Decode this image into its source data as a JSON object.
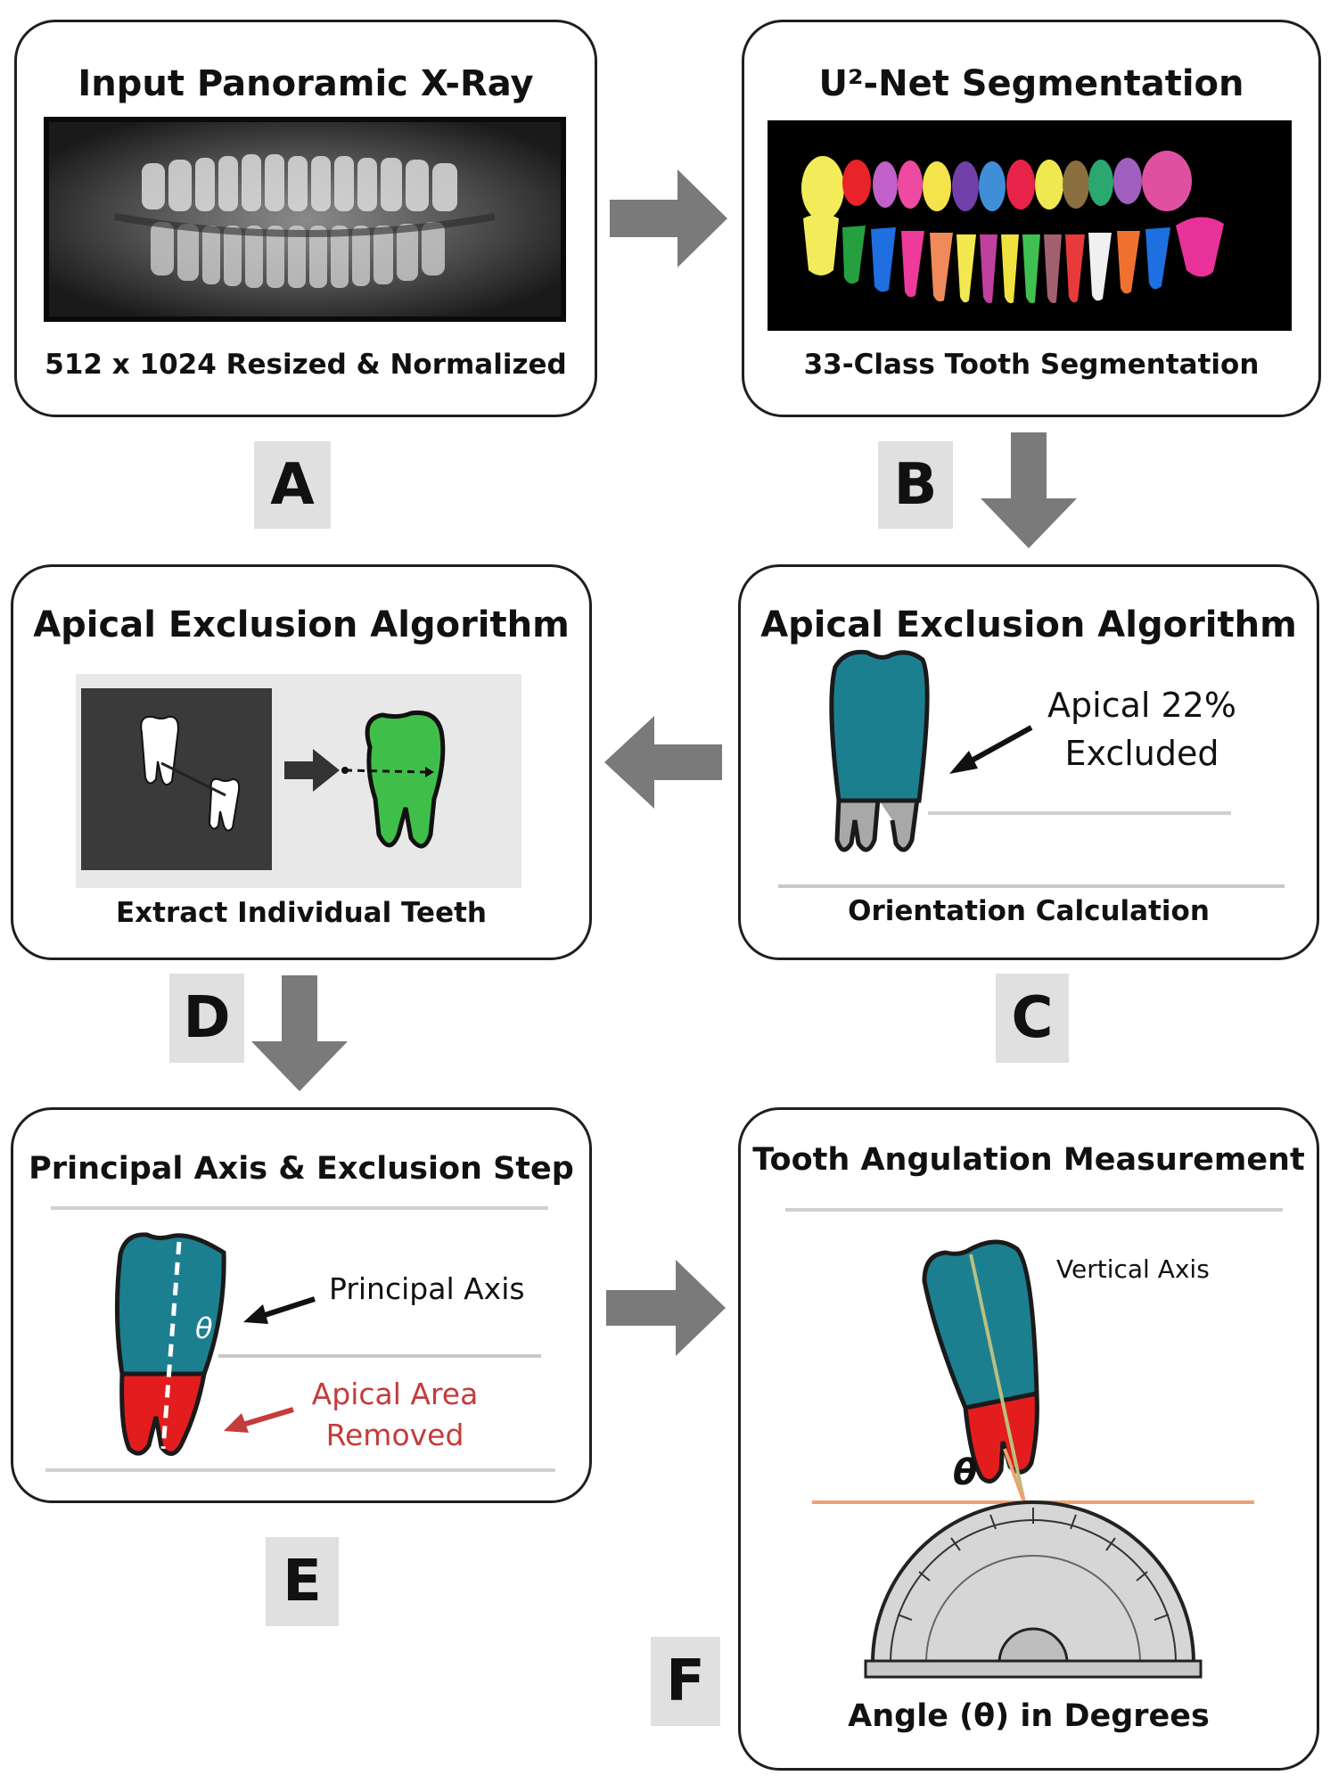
{
  "panels": {
    "a": {
      "title": "Input Panoramic X-Ray",
      "caption": "512 x 1024 Resized & Normalized",
      "label": "A"
    },
    "b": {
      "title": "U²-Net Segmentation",
      "caption": "33-Class Tooth Segmentation",
      "label": "B"
    },
    "c": {
      "title": "Apical Exclusion Algorithm",
      "caption": "Orientation Calculation",
      "label": "C",
      "annotation_line1": "Apical 22%",
      "annotation_line2": "Excluded"
    },
    "d": {
      "title": "Apical Exclusion Algorithm",
      "caption": "Extract Individual Teeth",
      "label": "D"
    },
    "e": {
      "title": "Principal Axis & Exclusion Step",
      "label": "E",
      "principal_axis_label": "Principal Axis",
      "theta_symbol": "θ",
      "apical_line1": "Apical Area",
      "apical_line2": "Removed"
    },
    "f": {
      "title": "Tooth Angulation Measurement",
      "caption": "Angle (θ) in Degrees",
      "label": "F",
      "vertical_axis_label": "Vertical Axis",
      "theta_symbol": "θ"
    }
  },
  "colors": {
    "crown": "#1c7f8f",
    "apical_red": "#e31d1d",
    "apical_grey": "#a8a8a8",
    "tooth_green": "#3fbf4a",
    "arrow_grey": "#7a7a7a",
    "annotation_red": "#c43c3c",
    "axis_orange": "#f0a070",
    "badge_bg": "#e0e0e0"
  }
}
